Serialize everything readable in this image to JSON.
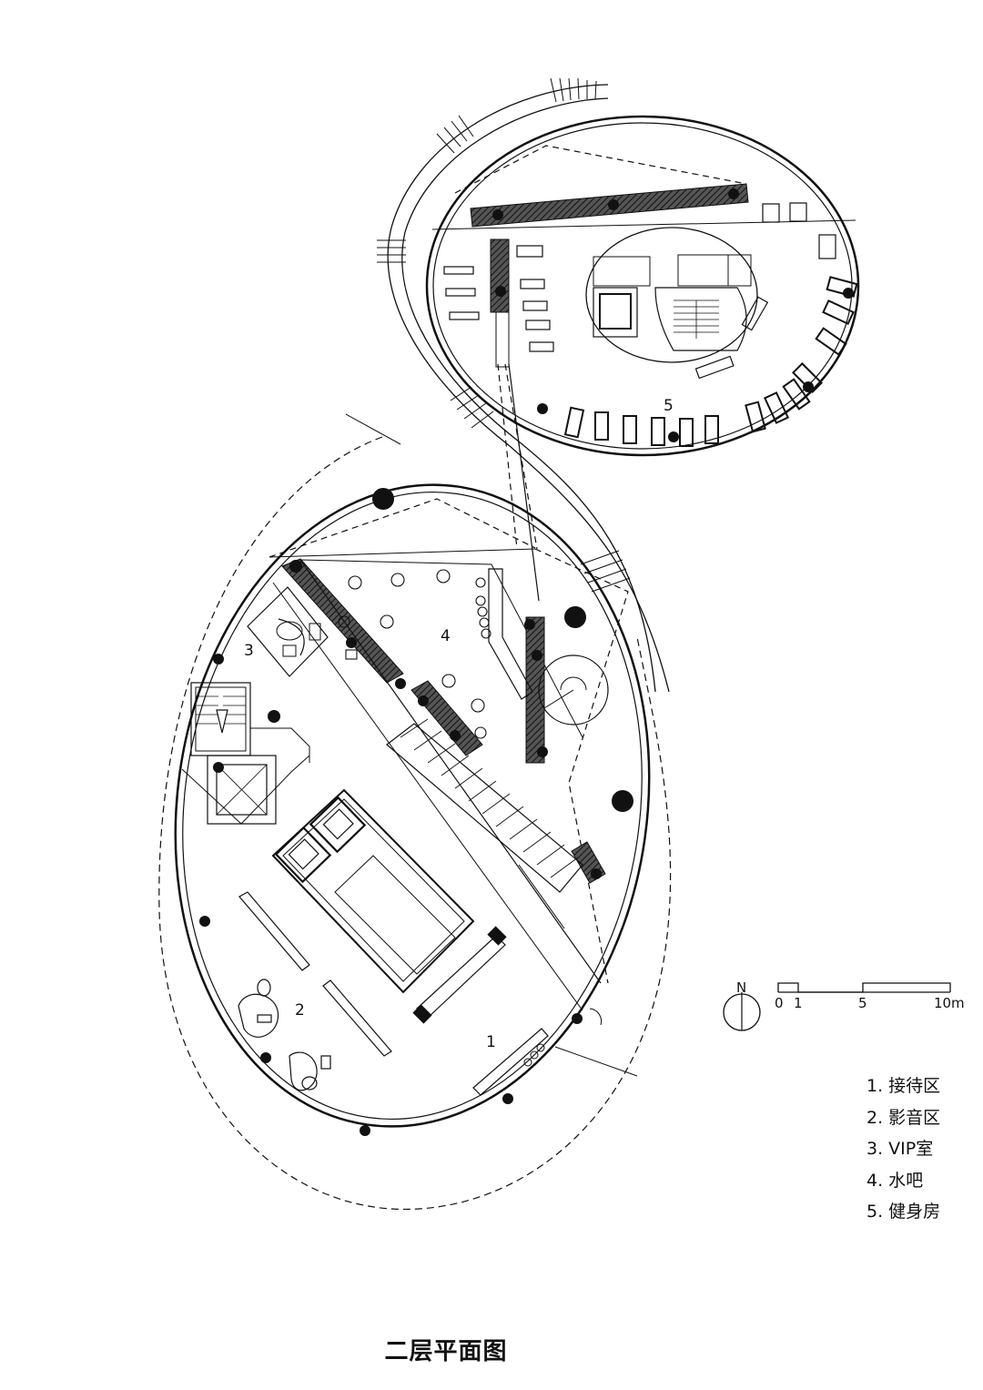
{
  "rooms": [
    {
      "num": "1",
      "name": "接待区"
    },
    {
      "num": "2",
      "name": "影音区"
    },
    {
      "num": "3",
      "name": "VIP室"
    },
    {
      "num": "4",
      "name": "水吧"
    },
    {
      "num": "5",
      "name": "健身房"
    }
  ],
  "legend": [
    "1. 接待区",
    "2. 影音区",
    "3. VIP室",
    "4. 水吧",
    "5. 健身房"
  ],
  "title": "二层平面图",
  "north_label": "N",
  "scale": {
    "ticks": [
      "0",
      "1",
      "5",
      "10"
    ],
    "unit": "m"
  }
}
